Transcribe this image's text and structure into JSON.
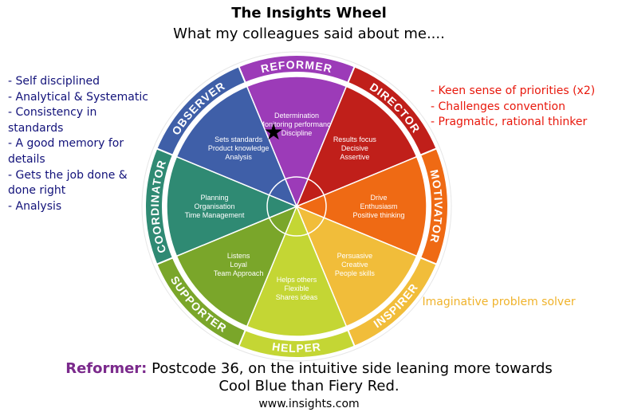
{
  "header": {
    "title": "The Insights Wheel",
    "subtitle": "What my colleagues said about me...."
  },
  "wheel": {
    "colors": {
      "reformer": "#9c3bb8",
      "director": "#c01f1a",
      "motivator": "#ef6a14",
      "inspirer": "#f1bd3a",
      "helper": "#c4d634",
      "supporter": "#7aa62a",
      "coordinator": "#2f8a73",
      "observer": "#3f5fa8"
    },
    "segments": [
      {
        "id": "reformer",
        "ring_label": "REFORMER",
        "lines": [
          "Determination",
          "Monitoring performance",
          "Discipline"
        ]
      },
      {
        "id": "director",
        "ring_label": "DIRECTOR",
        "lines": [
          "Results focus",
          "Decisive",
          "Assertive"
        ]
      },
      {
        "id": "motivator",
        "ring_label": "MOTIVATOR",
        "lines": [
          "Drive",
          "Enthusiasm",
          "Positive thinking"
        ]
      },
      {
        "id": "inspirer",
        "ring_label": "INSPIRER",
        "lines": [
          "Persuasive",
          "Creative",
          "People skills"
        ]
      },
      {
        "id": "helper",
        "ring_label": "HELPER",
        "lines": [
          "Helps others",
          "Flexible",
          "Shares ideas"
        ]
      },
      {
        "id": "supporter",
        "ring_label": "SUPPORTER",
        "lines": [
          "Listens",
          "Loyal",
          "Team Approach"
        ]
      },
      {
        "id": "coordinator",
        "ring_label": "COORDINATOR",
        "lines": [
          "Planning",
          "Organisation",
          "Time Management"
        ]
      },
      {
        "id": "observer",
        "ring_label": "OBSERVER",
        "lines": [
          "Sets standards",
          "Product knowledge",
          "Analysis"
        ]
      }
    ],
    "marker": "★",
    "marker_icon": "star-icon"
  },
  "left_notes": {
    "items": [
      "- Self disciplined",
      "- Analytical & Systematic",
      "- Consistency in standards",
      "- A good memory for\ndetails",
      "- Gets the job done &\ndone right",
      "- Analysis"
    ],
    "color": "#12127a"
  },
  "right_notes": {
    "items": [
      "- Keen sense of priorities (x2)",
      "- Challenges convention",
      "- Pragmatic, rational thinker"
    ],
    "color": "#e8180c"
  },
  "inspirer_notes": {
    "items": [
      "- Imaginative problem solver"
    ],
    "color": "#f0b32c"
  },
  "footer": {
    "lead": "Reformer:",
    "lead_color": "#7b2a8c",
    "line1_rest": " Postcode 36, on the intuitive side leaning more towards",
    "line2": "Cool Blue than Fiery Red.",
    "website": "www.insights.com"
  }
}
